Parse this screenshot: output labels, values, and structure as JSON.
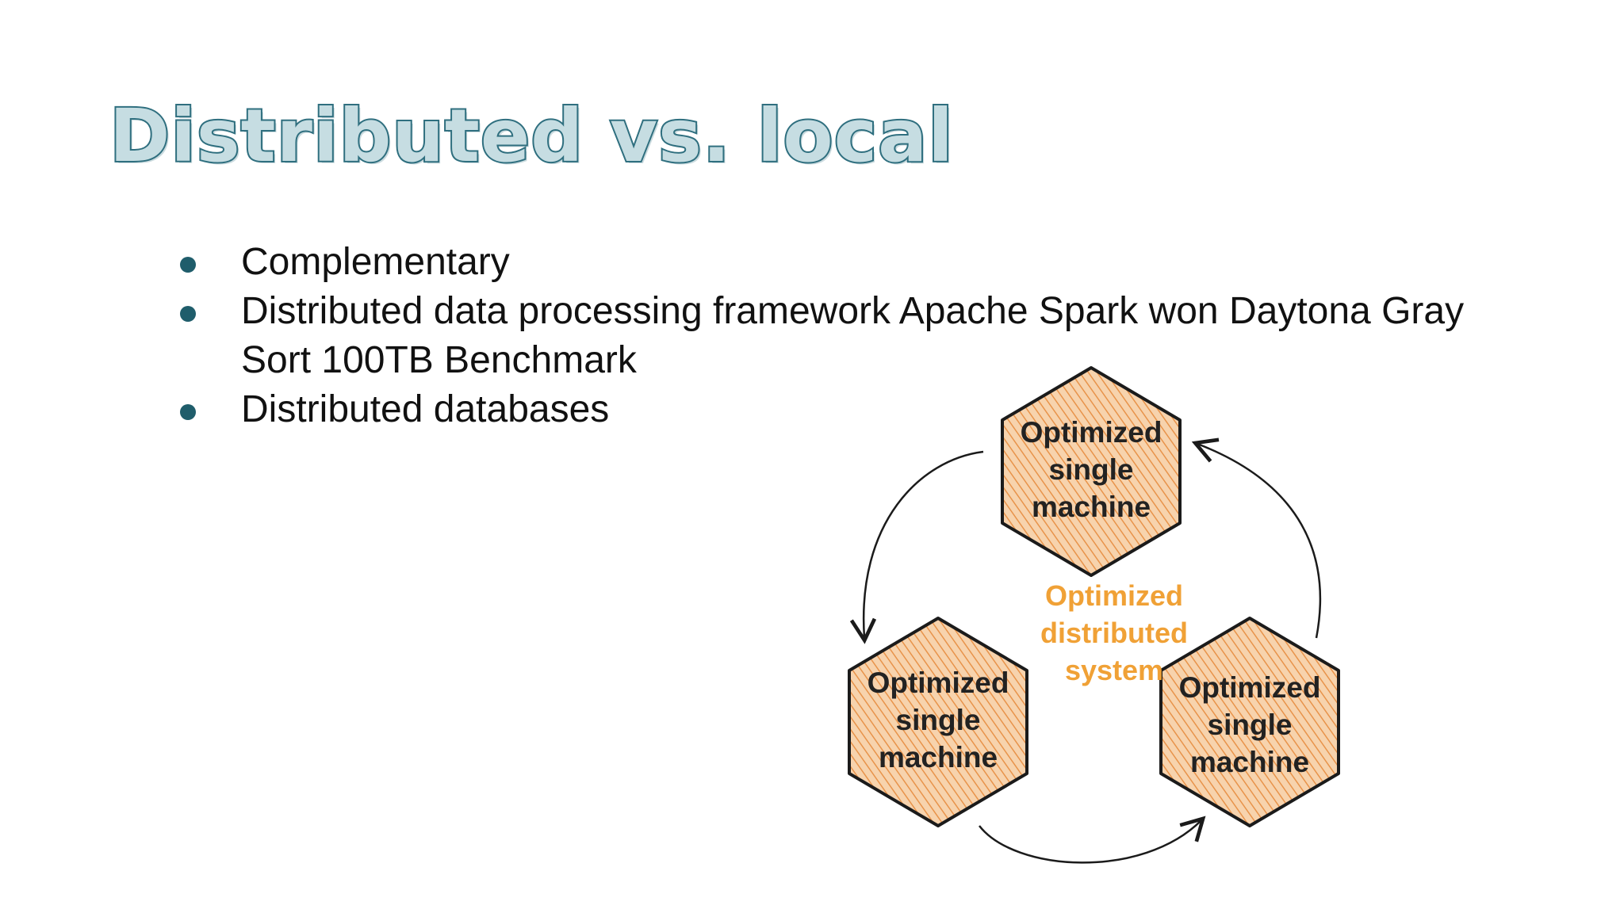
{
  "slide": {
    "title": "Distributed vs. local",
    "bullets": [
      "Complementary",
      "Distributed data processing framework Apache Spark won Daytona Gray Sort 100TB Benchmark",
      "Distributed databases"
    ]
  },
  "diagram": {
    "nodes": [
      {
        "line1": "Optimized",
        "line2": "single",
        "line3": "machine"
      },
      {
        "line1": "Optimized",
        "line2": "single",
        "line3": "machine"
      },
      {
        "line1": "Optimized",
        "line2": "single",
        "line3": "machine"
      }
    ],
    "center": {
      "line1": "Optimized",
      "line2": "distributed",
      "line3": "system"
    },
    "colors": {
      "hex_fill": "#f6c99a",
      "hex_hatch": "#e8934a",
      "center_text": "#f0a136",
      "title_stroke": "#2f6f7f",
      "bullet": "#1f5d6b"
    }
  }
}
